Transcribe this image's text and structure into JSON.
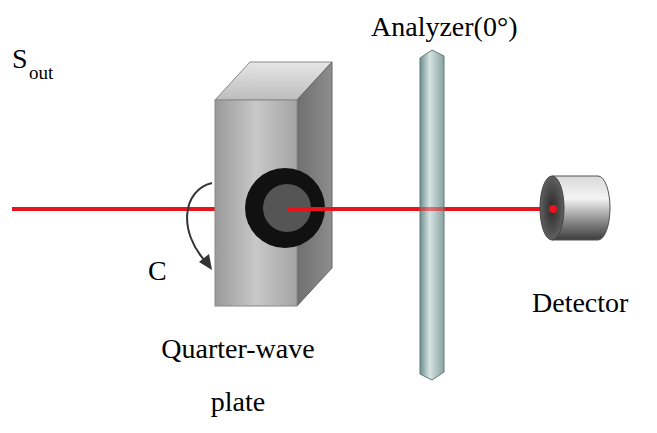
{
  "diagram": {
    "labels": [
      "Analyzer(0°)",
      "S",
      "out",
      "C",
      "Quarter-wave plate",
      "Detector"
    ]
  }
}
